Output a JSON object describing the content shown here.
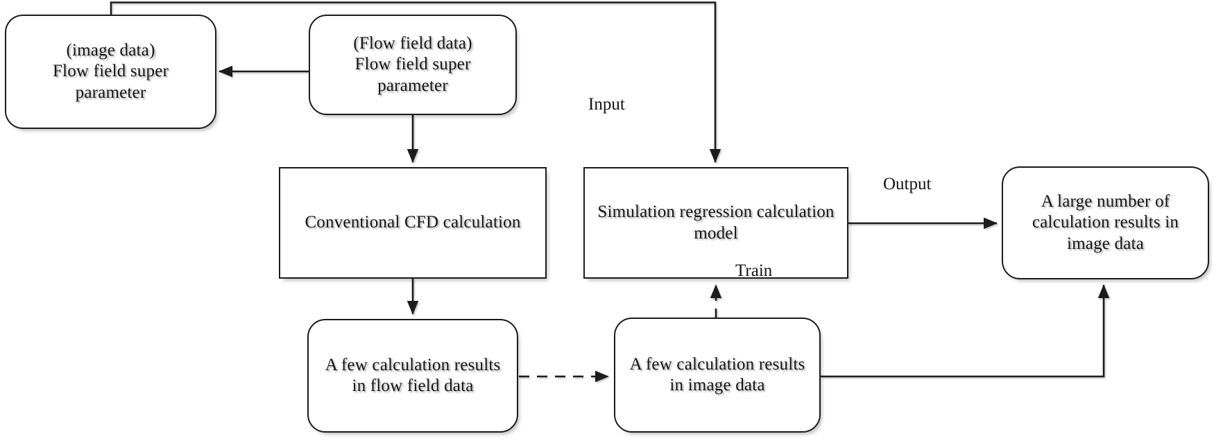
{
  "diagram": {
    "title": "CFD simulation regression workflow",
    "background": "#ffffff",
    "stroke_color": "#1b1b1b",
    "text_color": "#141414",
    "nodes": [
      {
        "id": "image_super_param",
        "label": "(image data)\nFlow field super\nparameter",
        "shape": "rounded"
      },
      {
        "id": "flow_super_param",
        "label": "(Flow field data)\nFlow field super\nparameter",
        "shape": "rounded"
      },
      {
        "id": "cfd",
        "label": "Conventional CFD calculation",
        "shape": "rect"
      },
      {
        "id": "sim_model",
        "label": "Simulation regression calculation\nmodel",
        "shape": "rect"
      },
      {
        "id": "large_results",
        "label": "A large number of\ncalculation results in\nimage data",
        "shape": "rounded"
      },
      {
        "id": "few_flow",
        "label": "A few calculation results\nin flow field data",
        "shape": "rounded"
      },
      {
        "id": "few_image",
        "label": "A few calculation results\nin image data",
        "shape": "rounded"
      }
    ],
    "edge_labels": [
      {
        "id": "input",
        "text": "Input"
      },
      {
        "id": "output",
        "text": "Output"
      },
      {
        "id": "train",
        "text": "Train"
      }
    ],
    "edges": [
      {
        "from": "image_super_param",
        "to": "sim_model",
        "label": "Input",
        "style": "solid"
      },
      {
        "from": "flow_super_param",
        "to": "image_super_param",
        "label": "",
        "style": "solid"
      },
      {
        "from": "flow_super_param",
        "to": "cfd",
        "label": "",
        "style": "solid"
      },
      {
        "from": "sim_model",
        "to": "large_results",
        "label": "Output",
        "style": "solid"
      },
      {
        "from": "cfd",
        "to": "few_flow",
        "label": "",
        "style": "solid"
      },
      {
        "from": "few_flow",
        "to": "few_image",
        "label": "",
        "style": "dashed"
      },
      {
        "from": "few_image",
        "to": "sim_model",
        "label": "Train",
        "style": "dashed"
      },
      {
        "from": "few_image",
        "to": "large_results",
        "label": "",
        "style": "solid"
      }
    ]
  }
}
